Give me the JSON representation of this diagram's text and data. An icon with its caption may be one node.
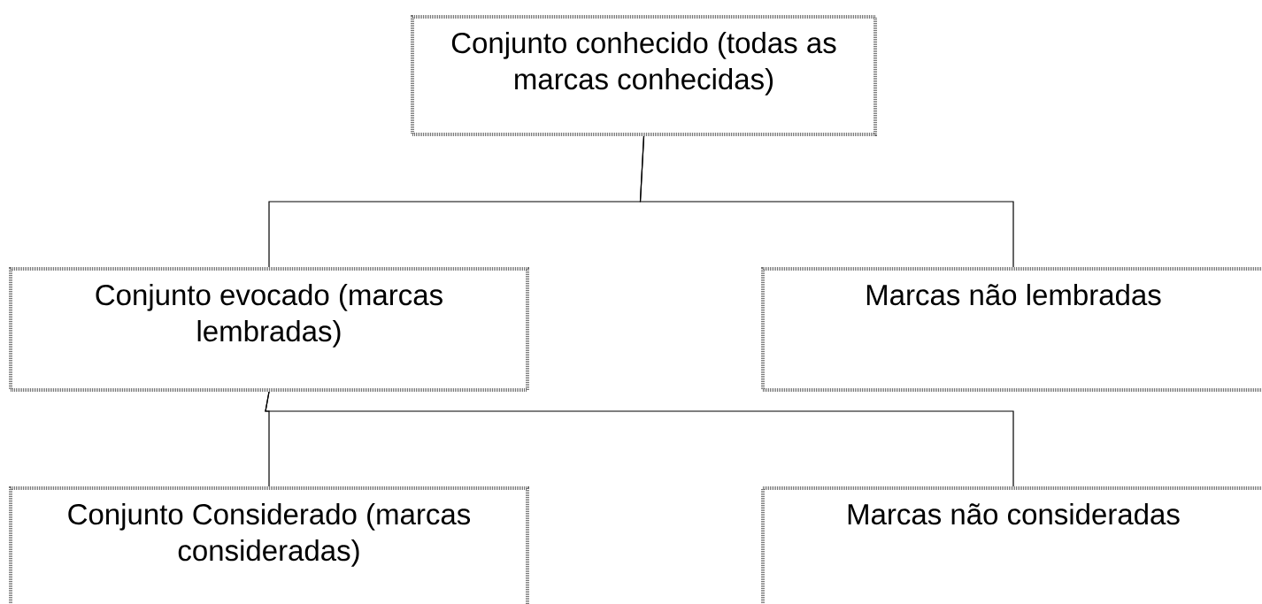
{
  "diagram": {
    "nodes": [
      {
        "text": [
          "Conjunto conhecido (todas as marcas conhecidas)"
        ]
      },
      {
        "text": [
          "Conjunto evocado (marcas lembradas)"
        ]
      },
      {
        "text": [
          "Marcas não lembradas"
        ]
      },
      {
        "text": [
          "Conjunto Considerado (marcas consideradas)"
        ]
      },
      {
        "text": [
          "Marcas não consideradas"
        ]
      }
    ],
    "edges": [
      {
        "from": 0,
        "to": 1,
        "arrow": "none"
      },
      {
        "from": 0,
        "to": 2,
        "arrow": "none"
      },
      {
        "from": 1,
        "to": 3,
        "arrow": "none"
      },
      {
        "from": 1,
        "to": 4,
        "arrow": "none"
      }
    ]
  }
}
